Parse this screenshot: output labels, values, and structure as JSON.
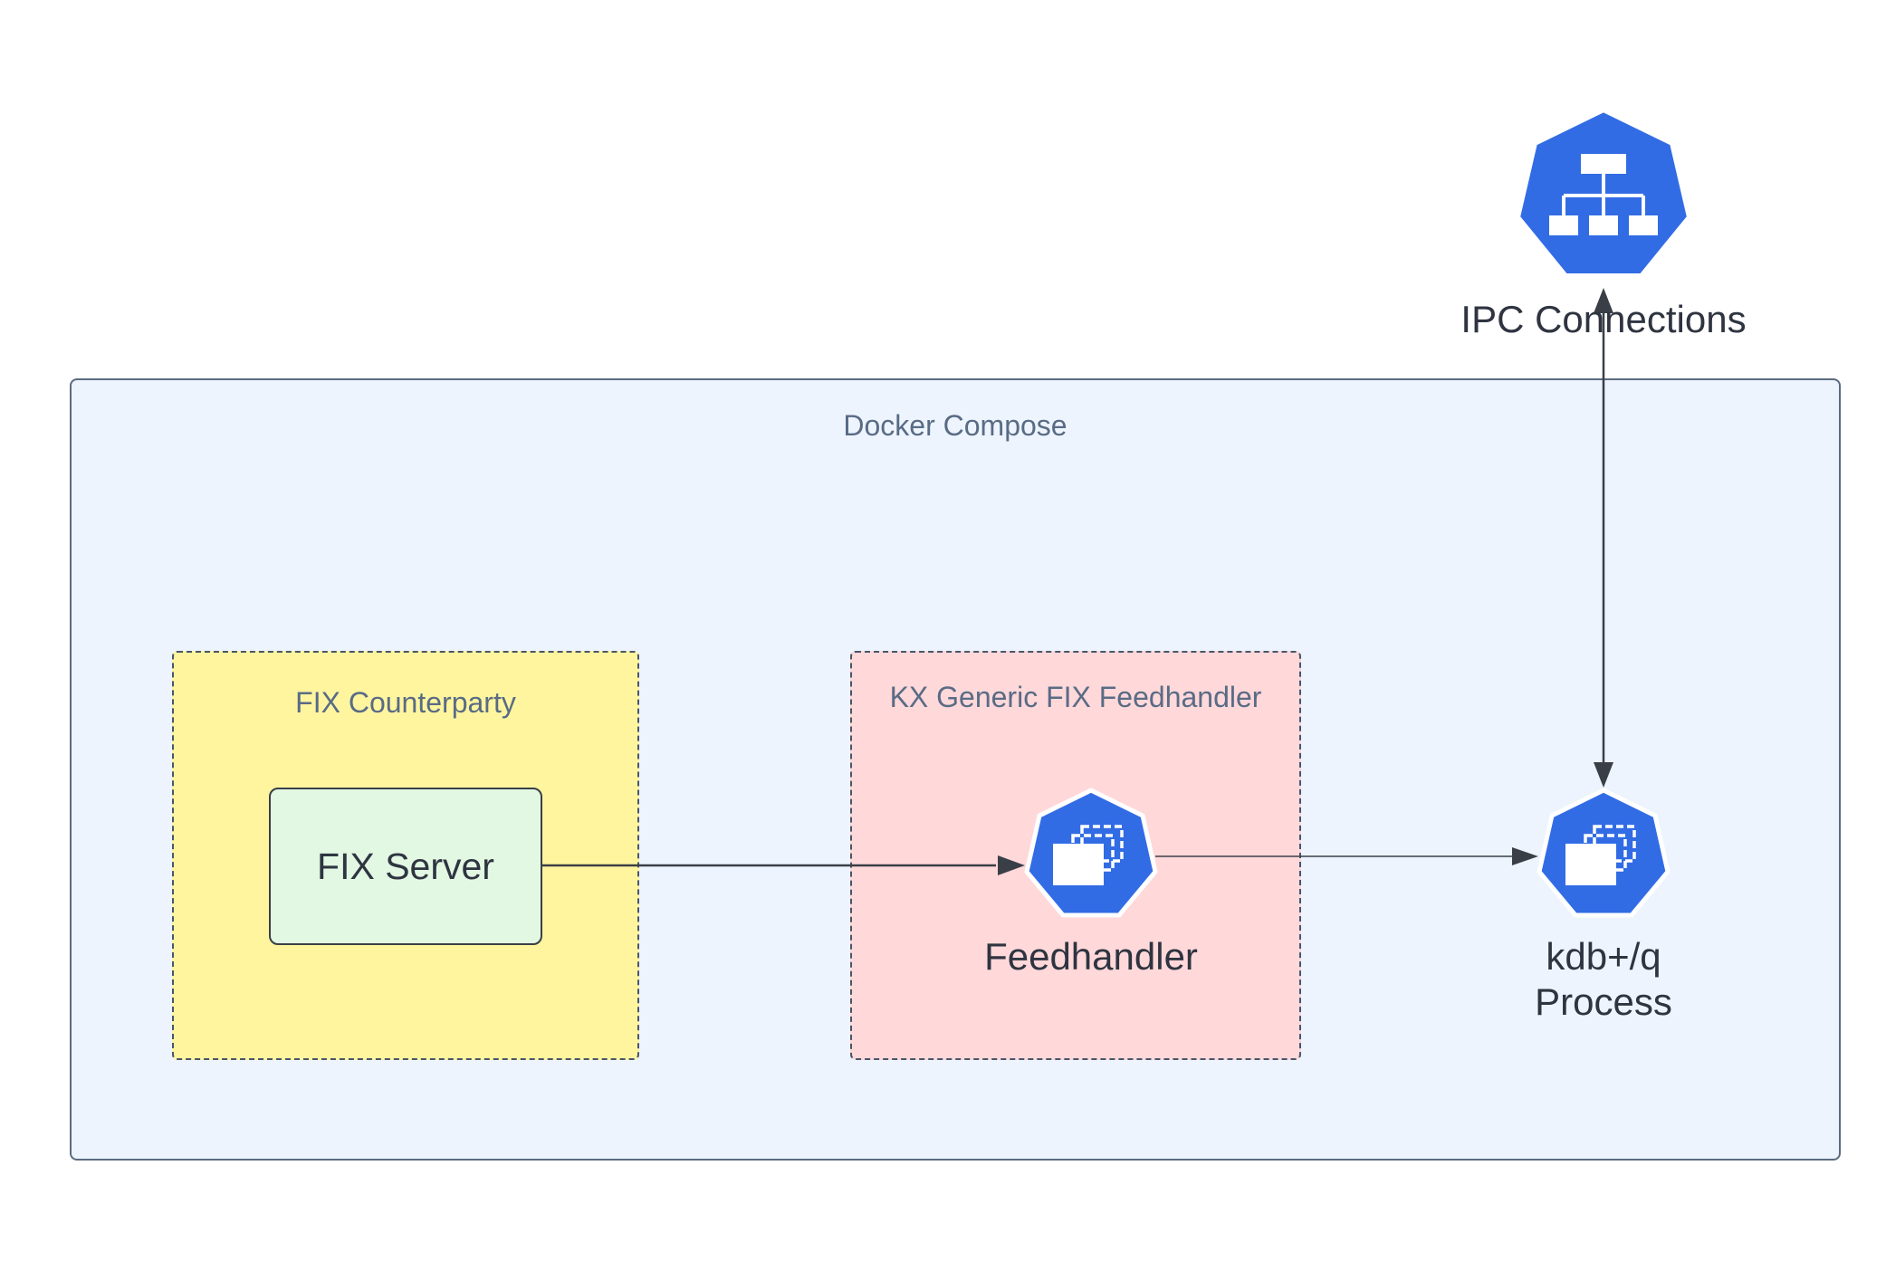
{
  "groups": {
    "docker_compose": "Docker Compose",
    "fix_counterparty": "FIX Counterparty",
    "kx_feedhandler": "KX Generic FIX Feedhandler"
  },
  "nodes": {
    "fix_server": "FIX Server",
    "feedhandler": "Feedhandler",
    "kdb_line1": "kdb+/q",
    "kdb_line2": "Process",
    "ipc": "IPC Connections"
  },
  "icons": {
    "feedhandler": "deployment-icon",
    "kdb": "deployment-icon",
    "ipc": "service-network-icon"
  },
  "colors": {
    "icon_blue": "#326ce5",
    "docker_bg": "#edf4fd",
    "fix_counterparty_bg": "#fff59f",
    "kx_bg": "#ffd8da",
    "fix_server_bg": "#e2f8e3"
  },
  "edges": [
    {
      "from": "FIX Server",
      "to": "Feedhandler",
      "direction": "forward"
    },
    {
      "from": "Feedhandler",
      "to": "kdb+/q Process",
      "direction": "forward"
    },
    {
      "from": "IPC Connections",
      "to": "kdb+/q Process",
      "direction": "both"
    }
  ]
}
